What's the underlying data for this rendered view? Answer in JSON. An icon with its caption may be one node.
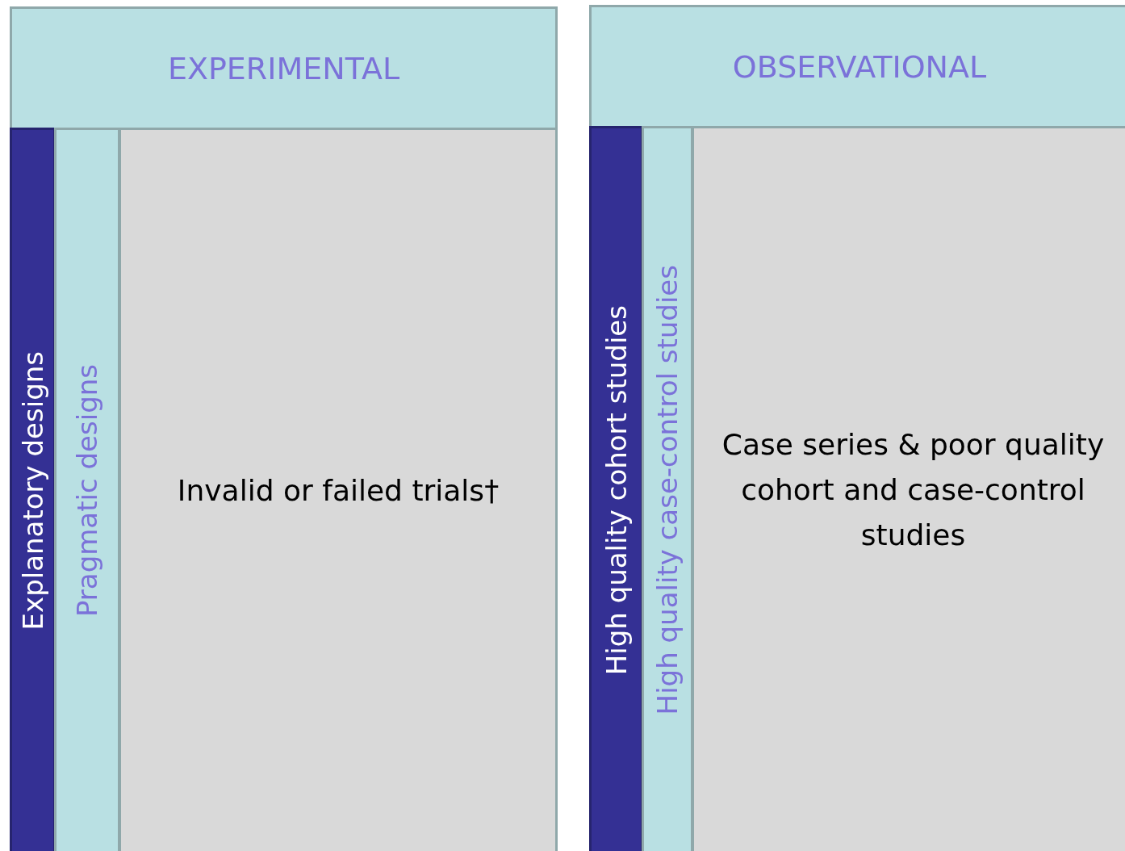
{
  "diagram": {
    "nodes": [
      {
        "text": [
          "EXPERIMENTAL"
        ]
      },
      {
        "text": [
          "Explanatory designs"
        ]
      },
      {
        "text": [
          "Pragmatic designs"
        ]
      },
      {
        "text": [
          "Invalid or failed trials†"
        ]
      },
      {
        "text": [
          "OBSERVATIONAL"
        ]
      },
      {
        "text": [
          "High quality cohort studies"
        ]
      },
      {
        "text": [
          "High quality case-control studies"
        ]
      },
      {
        "text": [
          "Case series & poor quality cohort and case-control studies"
        ]
      }
    ]
  }
}
